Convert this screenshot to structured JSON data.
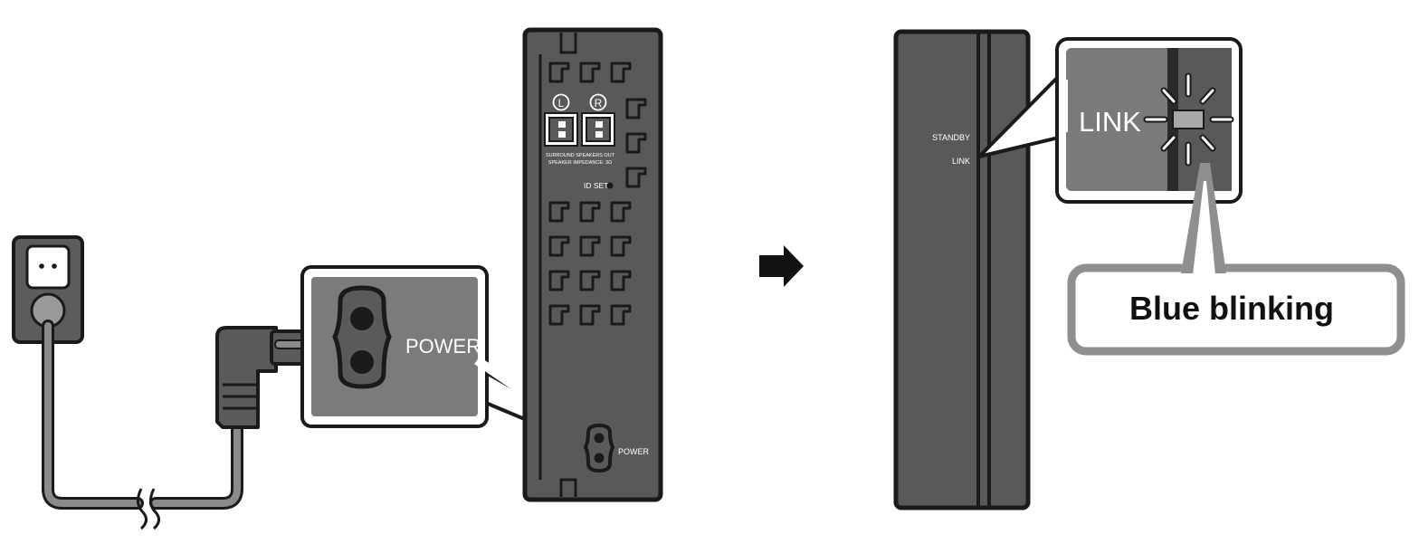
{
  "left_panel": {
    "callout_label": "POWER",
    "power_label": "POWER",
    "jack_left": "L",
    "jack_right": "R",
    "jacks_caption_line1": "SURROUND SPEAKERS OUT",
    "jacks_caption_line2": "SPEAKER IMPEDANCE: 3Ω",
    "id_set": "ID SET"
  },
  "right_panel": {
    "standby_label": "STANDBY",
    "link_label": "LINK",
    "callout_link": "LINK",
    "status_callout": "Blue blinking"
  },
  "colors": {
    "device_body": "#595959",
    "outline": "#1a1a1a",
    "callout_bg": "#7a7a7a",
    "callout_border": "#9a9a9a",
    "text_light": "#ffffff"
  }
}
